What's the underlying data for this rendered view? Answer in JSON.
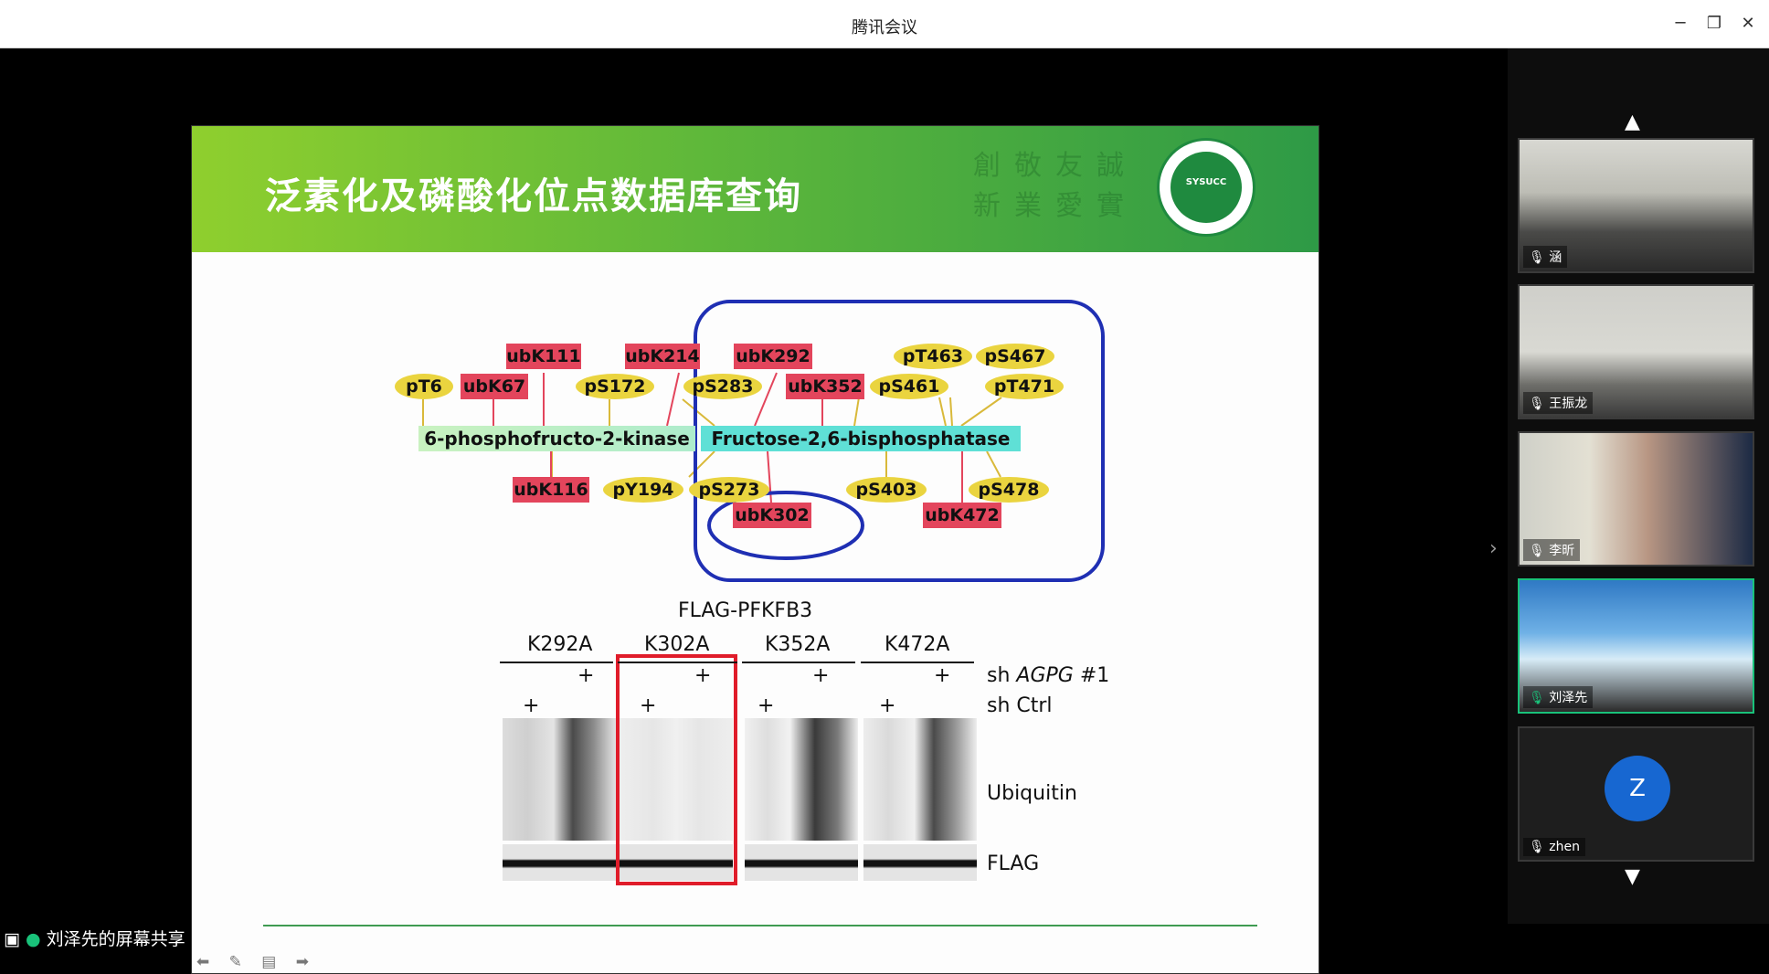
{
  "window": {
    "title": "腾讯会议",
    "minimize": "─",
    "restore": "❐",
    "close": "✕"
  },
  "slide": {
    "heading": "泛素化及磷酸化位点数据库查询",
    "watermark_chars": [
      "創",
      "新",
      "敬",
      "業",
      "友",
      "愛",
      "誠",
      "實"
    ],
    "logo_text": "SYSUCC",
    "domains": {
      "kinase": "6-phosphofructo-2-kinase",
      "phosphatase": "Fructose-2,6-bisphosphatase"
    },
    "sites_top": [
      "ubK111",
      "ubK214",
      "ubK292",
      "pT463",
      "pS467",
      "pT6",
      "ubK67",
      "pS172",
      "pS283",
      "ubK352",
      "pS461",
      "pT471"
    ],
    "sites_bottom": [
      "ubK116",
      "pY194",
      "pS273",
      "pS403",
      "pS478",
      "ubK302",
      "ubK472"
    ],
    "blot_title": "FLAG-PFKFB3",
    "mutants": [
      "K292A",
      "K302A",
      "K352A",
      "K472A"
    ],
    "plus": "+",
    "row_labels": {
      "sh_agpg_prefix": "sh",
      "sh_agpg_gene": "AGPG",
      "sh_agpg_suffix": "#1",
      "sh_ctrl": "sh Ctrl",
      "ubiquitin": "Ubiquitin",
      "flag": "FLAG"
    },
    "nav_controls": "⬅ ✎ ▤ ➡"
  },
  "status_bar": {
    "share_text": "刘泽先的屏幕共享"
  },
  "participants": [
    {
      "name": "涵",
      "muted": true
    },
    {
      "name": "王振龙",
      "muted": true
    },
    {
      "name": "李昕",
      "muted": true
    },
    {
      "name": "刘泽先",
      "muted": false,
      "active": true
    },
    {
      "name": "zhen",
      "muted": true,
      "avatar_letter": "Z"
    }
  ],
  "panel_nav": {
    "up": "▲",
    "down": "▼",
    "side_chevron": "›"
  },
  "colors": {
    "ub_site": "#e3455c",
    "p_site": "#ead43f",
    "highlight_blue": "#1f2fb3",
    "highlight_red": "#e01c2a",
    "banner_green": "#2e9a46",
    "active_speaker": "#19c27a"
  }
}
